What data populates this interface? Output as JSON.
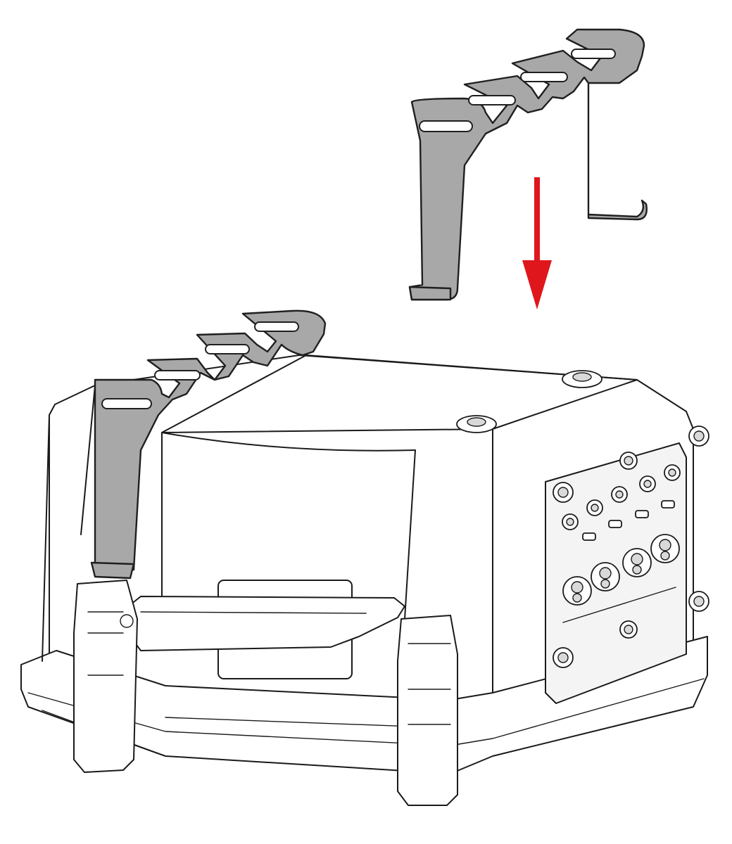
{
  "figure": {
    "description_type": "assembly-instruction",
    "parts": [
      "clip",
      "case"
    ],
    "arrow": {
      "direction": "down",
      "color": "#e0161d"
    },
    "colors": {
      "clip_fill": "#a8a8a8",
      "outline": "#1a1a1a",
      "background": "#ffffff",
      "connector_panel": "#f4f4f4"
    },
    "icons": [
      "down-arrow-icon"
    ]
  }
}
